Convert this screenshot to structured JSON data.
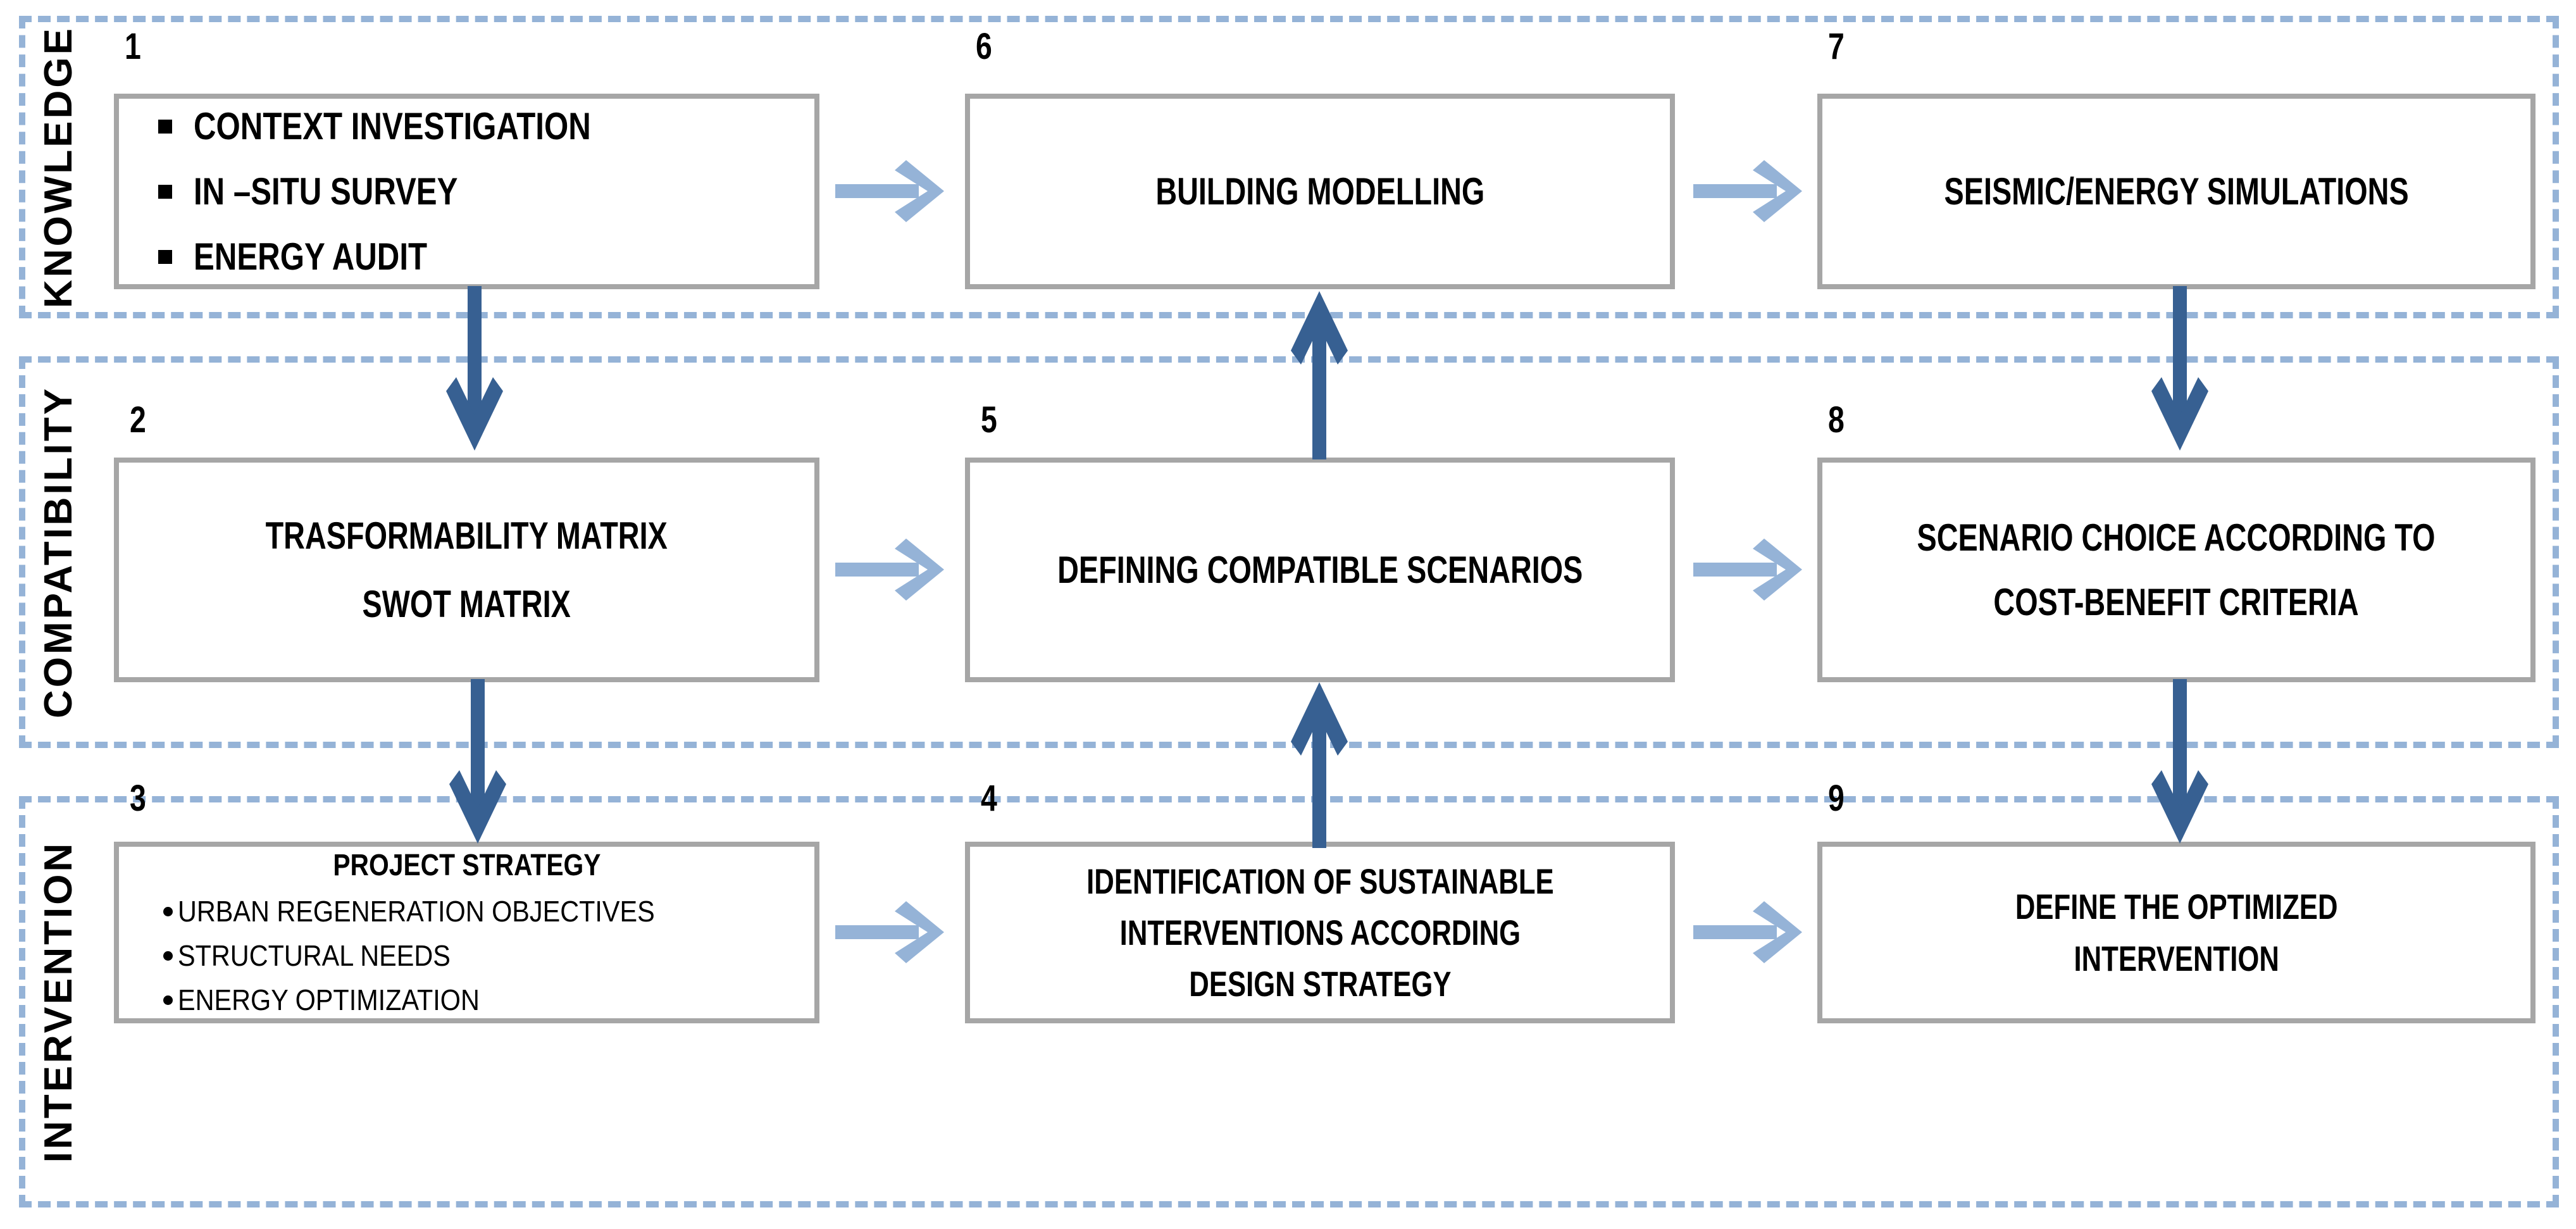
{
  "palette": {
    "accent_light": "#95B3D7",
    "accent_dark": "#376092",
    "box_border": "#A6A6A6",
    "text_color": "#000000",
    "bg_color": "#FFFFFF"
  },
  "icons": {
    "horizontal_flow": "arrow-right-icon",
    "downward_flow": "arrow-down-icon",
    "upward_flow": "arrow-up-icon"
  },
  "bands": [
    {
      "label": "KNOWLEDGE",
      "boxes": [
        {
          "number": "1",
          "bullets": [
            "CONTEXT INVESTIGATION",
            "IN –SITU SURVEY",
            "ENERGY AUDIT"
          ]
        },
        {
          "number": "6",
          "lines": [
            "BUILDING MODELLING"
          ]
        },
        {
          "number": "7",
          "lines": [
            "SEISMIC/ENERGY SIMULATIONS"
          ]
        }
      ]
    },
    {
      "label": "COMPATIBILITY",
      "boxes": [
        {
          "number": "2",
          "lines": [
            "TRASFORMABILITY MATRIX",
            "SWOT MATRIX"
          ]
        },
        {
          "number": "5",
          "lines": [
            "DEFINING COMPATIBLE SCENARIOS"
          ]
        },
        {
          "number": "8",
          "lines": [
            "SCENARIO CHOICE ACCORDING TO",
            "COST-BENEFIT CRITERIA"
          ]
        }
      ]
    },
    {
      "label": "INTERVENTION",
      "boxes": [
        {
          "number": "3",
          "title": "PROJECT STRATEGY",
          "bullets": [
            "URBAN REGENERATION OBJECTIVES",
            "STRUCTURAL NEEDS",
            "ENERGY OPTIMIZATION"
          ]
        },
        {
          "number": "4",
          "lines": [
            "IDENTIFICATION OF SUSTAINABLE",
            "INTERVENTIONS ACCORDING",
            "DESIGN STRATEGY"
          ]
        },
        {
          "number": "9",
          "lines": [
            "DEFINE THE OPTIMIZED",
            "INTERVENTION"
          ]
        }
      ]
    }
  ]
}
